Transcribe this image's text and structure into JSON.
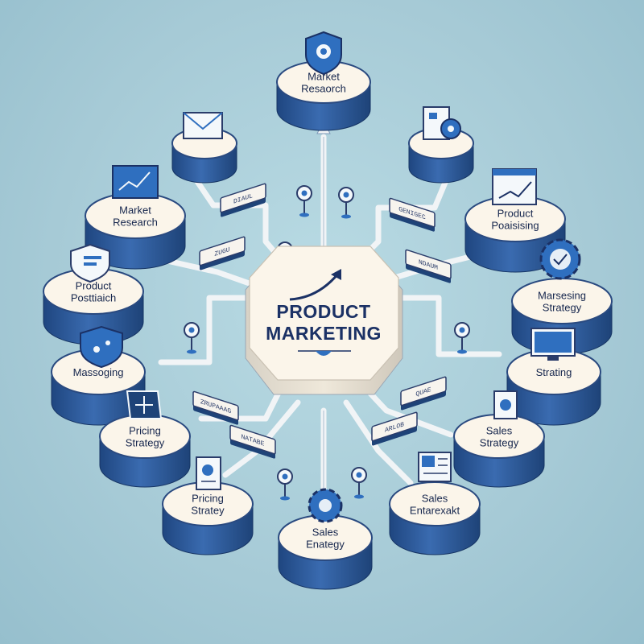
{
  "hub": {
    "line1": "PRODUCT",
    "line2": "MARKETING"
  },
  "nodes": [
    {
      "id": "market-research-top",
      "lines": [
        "Market",
        "Resaorch"
      ]
    },
    {
      "id": "market-research-left",
      "lines": [
        "Market",
        "Research"
      ]
    },
    {
      "id": "product-positioning-right",
      "lines": [
        "Product",
        "Poaisising"
      ]
    },
    {
      "id": "product-positioning-left",
      "lines": [
        "Product",
        "Posttiaich"
      ]
    },
    {
      "id": "messaging-strategy-right",
      "lines": [
        "Marsesing",
        "Strategy"
      ]
    },
    {
      "id": "messaging-left",
      "lines": [
        "Massoging"
      ]
    },
    {
      "id": "strating-right",
      "lines": [
        "Strating"
      ]
    },
    {
      "id": "pricing-strategy-left",
      "lines": [
        "Pricing",
        "Strategy"
      ]
    },
    {
      "id": "sales-strategy-right",
      "lines": [
        "Sales",
        "Strategy"
      ]
    },
    {
      "id": "pricing-strategy-bottom-left",
      "lines": [
        "Pricing",
        "Stratey"
      ]
    },
    {
      "id": "sales-enatgy-bottom",
      "lines": [
        "Sales",
        "Enategy"
      ]
    },
    {
      "id": "sales-entarexakt-bottom-right",
      "lines": [
        "Sales",
        "Entarexakt"
      ]
    }
  ],
  "tags": [
    "DIAUL",
    "GENIGEC",
    "ZUGU",
    "NDAUM",
    "ZRUPAAAG",
    "QUAE",
    "NATABE",
    "ARLOB"
  ],
  "colors": {
    "background": "#a9ccd8",
    "pedestal_top": "#fbf5ea",
    "pedestal_side": "#2f5c9c",
    "pipe": "#edf1f4",
    "accent": "#2f6fbf",
    "text": "#16264d"
  },
  "icons": [
    "shield-gear-icon",
    "envelope-icon",
    "documents-gear-icon",
    "chart-card-icon",
    "chart-window-icon",
    "shield-card-icon",
    "gear-icon",
    "shield-icon",
    "monitor-icon",
    "plus-icon",
    "document-icon",
    "gear-icon",
    "checklist-icon",
    "document-gear-icon",
    "gear-icon",
    "grid-window-icon",
    "location-pin-icon"
  ]
}
